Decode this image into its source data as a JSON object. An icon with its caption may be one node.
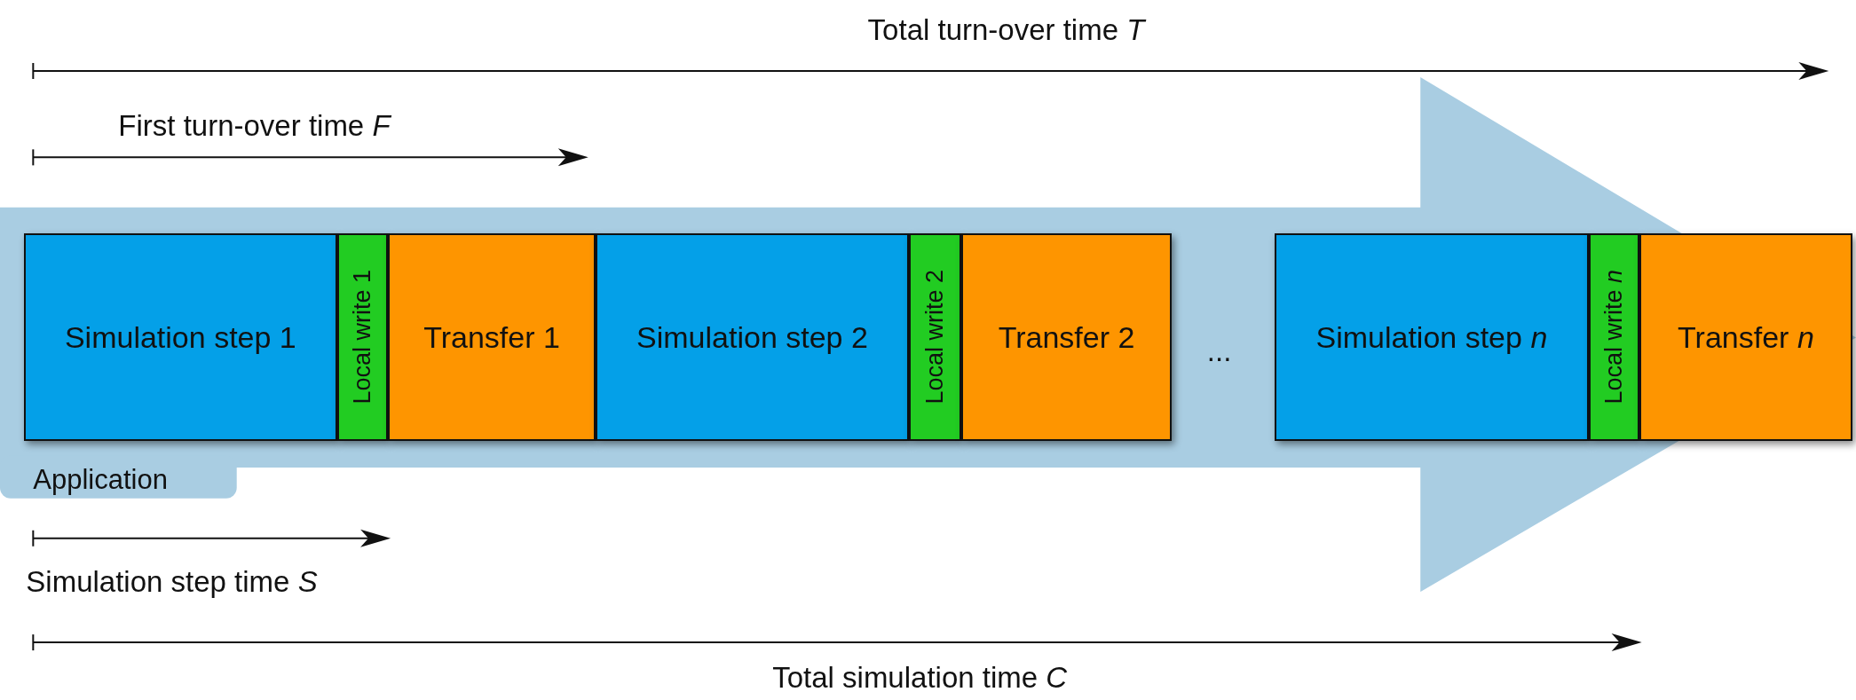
{
  "diagram": {
    "nodes": [
      {
        "text": [
          "Application"
        ]
      },
      {
        "text": [
          "Simulation step 1"
        ],
        "in": 0
      },
      {
        "text": [
          "Local write 1"
        ],
        "in": 0
      },
      {
        "text": [
          "Transfer 1"
        ],
        "in": 0
      },
      {
        "text": [
          "Simulation step 2"
        ],
        "in": 0
      },
      {
        "text": [
          "Local write 2"
        ],
        "in": 0
      },
      {
        "text": [
          "Transfer 2"
        ],
        "in": 0
      },
      {
        "text": [
          "Simulation step *n*"
        ],
        "in": 0
      },
      {
        "text": [
          "Local write *n*"
        ],
        "in": 0
      },
      {
        "text": [
          "Transfer *n*"
        ],
        "in": 0
      }
    ],
    "labels": [
      "Total turn-over time *T*",
      "First turn-over time *F*",
      "...",
      "Simulation step time *S*",
      "Total simulation time *C*"
    ]
  }
}
